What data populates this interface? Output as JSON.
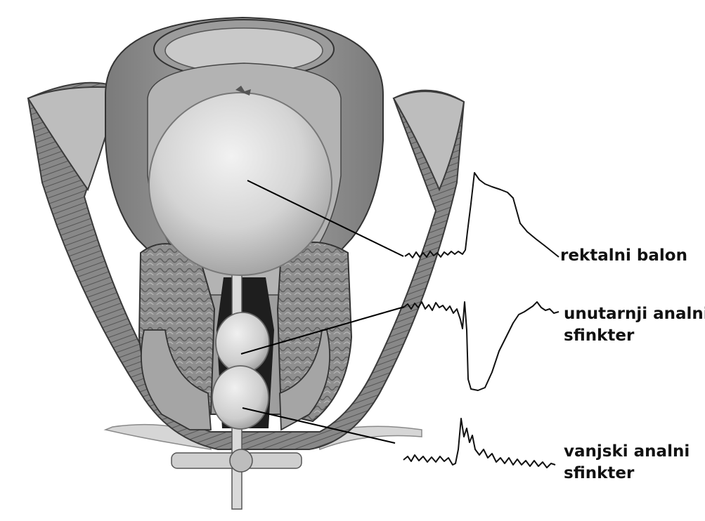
{
  "labels": {
    "rectal_balloon": "rektalni balon",
    "internal_sphincter_line1": "unutarnji analni",
    "internal_sphincter_line2": "sfinkter",
    "external_sphincter_line1": "vanjski analni",
    "external_sphincter_line2": "sfinkter"
  },
  "colors": {
    "tissue_dark": "#6e6e6e",
    "tissue_mid": "#9a9a9a",
    "tissue_light": "#cfcfcf",
    "balloon": "#d8d8d8",
    "trace": "#111111"
  }
}
